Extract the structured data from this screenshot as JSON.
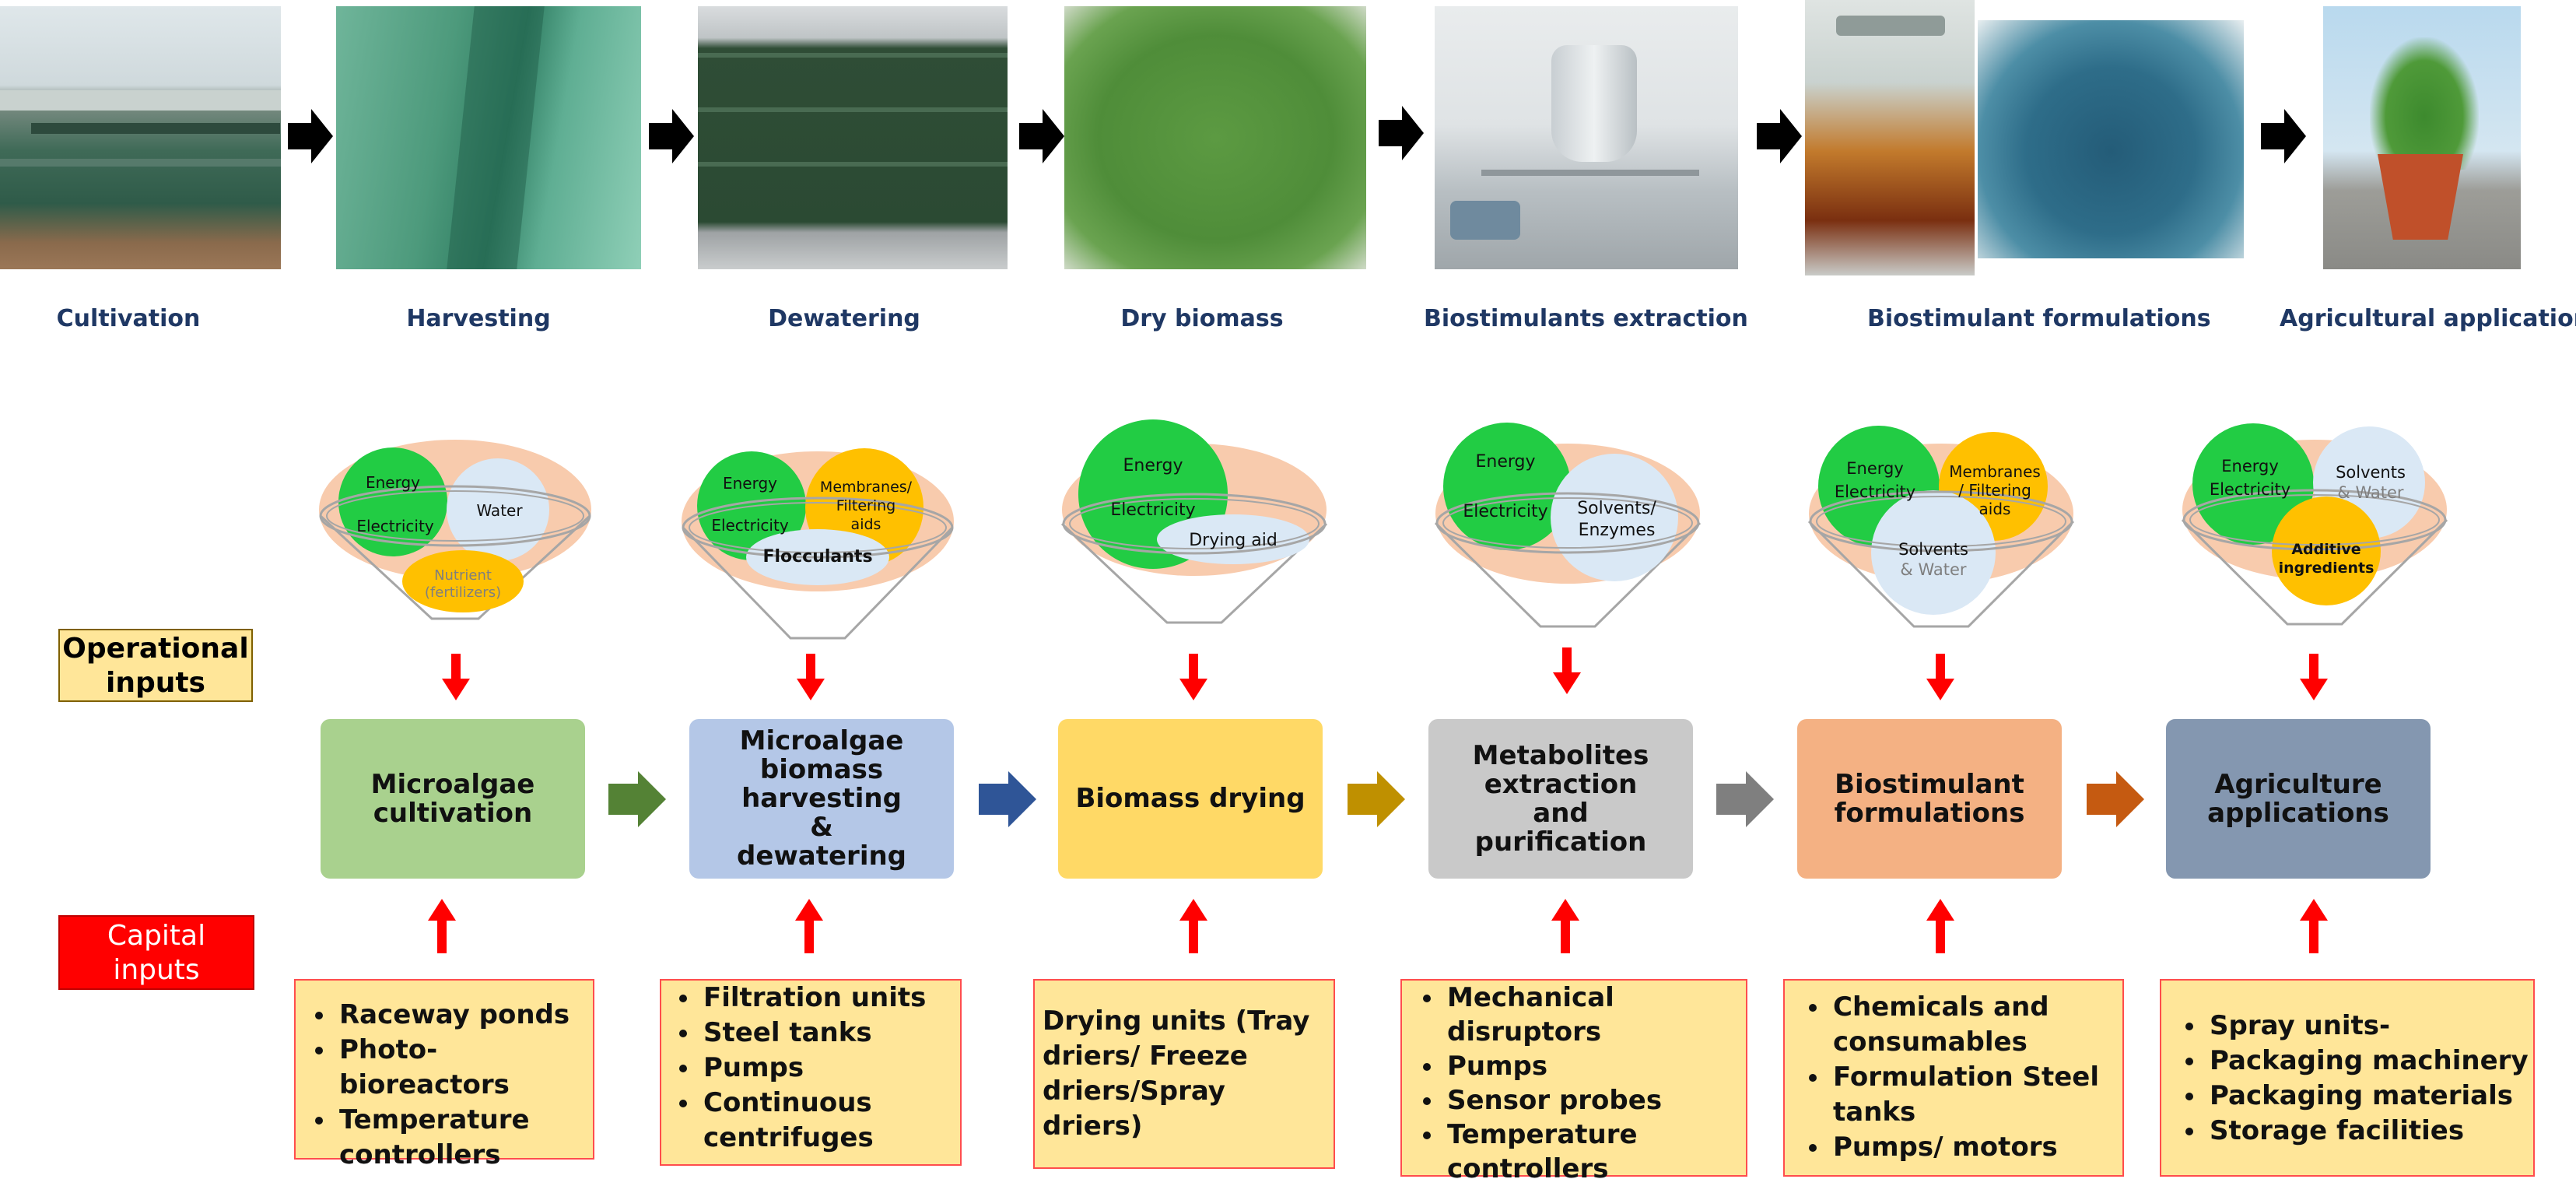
{
  "top_flow": {
    "steps": [
      {
        "caption": "Cultivation"
      },
      {
        "caption": "Harvesting"
      },
      {
        "caption": "Dewatering"
      },
      {
        "caption": "Dry biomass"
      },
      {
        "caption": "Biostimulants extraction"
      },
      {
        "caption": "Biostimulant formulations"
      },
      {
        "caption": "Agricultural applications"
      }
    ]
  },
  "row_labels": {
    "operational": "Operational inputs",
    "capital": "Capital inputs"
  },
  "stages": [
    {
      "label": "Microalgae cultivation",
      "color": "#a9d18e",
      "arrow_color": "#548235",
      "funnel_inputs": [
        "Energy",
        "Electricity",
        "Water",
        "Nutrient (fertilizers)"
      ],
      "capital_inputs": [
        "Raceway ponds",
        "Photo-bioreactors",
        "Temperature controllers"
      ]
    },
    {
      "label": "Microalgae biomass harvesting & dewatering",
      "color": "#b4c7e7",
      "arrow_color": "#2f5597",
      "funnel_inputs": [
        "Energy",
        "Electricity",
        "Membranes/ Filtering aids",
        "Flocculants"
      ],
      "capital_inputs": [
        "Filtration units",
        "Steel tanks",
        "Pumps",
        "Continuous centrifuges"
      ]
    },
    {
      "label": "Biomass drying",
      "color": "#ffd966",
      "arrow_color": "#bf9000",
      "funnel_inputs": [
        "Energy",
        "Electricity",
        "Drying aid"
      ],
      "capital_text": "Drying units (Tray driers/ Freeze driers/Spray driers)"
    },
    {
      "label": "Metabolites extraction and purification",
      "color": "#c9c9c9",
      "arrow_color": "#7f7f7f",
      "funnel_inputs": [
        "Energy",
        "Electricity",
        "Solvents/ Enzymes"
      ],
      "capital_inputs": [
        "Mechanical disruptors",
        "Pumps",
        "Sensor probes",
        "Temperature controllers"
      ]
    },
    {
      "label": "Biostimulant formulations",
      "color": "#f4b183",
      "arrow_color": "#c55a11",
      "funnel_inputs": [
        "Energy",
        "Electricity",
        "Membranes / Filtering aids",
        "Solvents",
        "& Water"
      ],
      "capital_inputs": [
        "Chemicals and consumables",
        "Formulation Steel tanks",
        "Pumps/ motors"
      ]
    },
    {
      "label": "Agriculture applications",
      "color": "#8497b0",
      "funnel_inputs": [
        "Energy",
        "Electricity",
        "Solvents",
        "& Water",
        "Additive ingredients"
      ],
      "capital_inputs": [
        "Spray units-",
        "Packaging machinery",
        "Packaging materials",
        "Storage facilities"
      ]
    }
  ]
}
